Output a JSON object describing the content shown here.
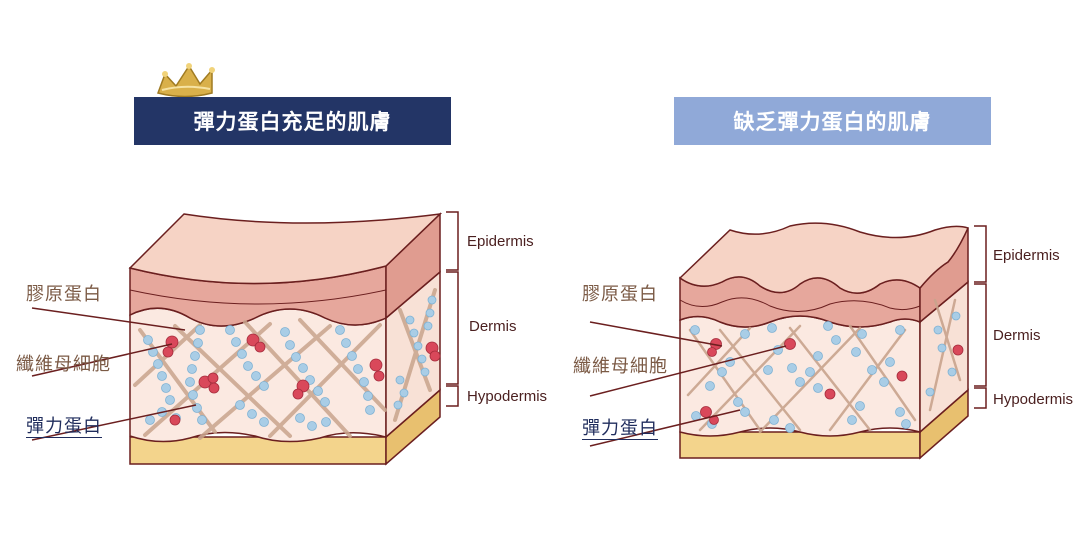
{
  "panels": [
    {
      "title": "彈力蛋白充足的肌膚",
      "labels": [
        "膠原蛋白",
        "纖維母細胞",
        "彈力蛋白"
      ],
      "layers": [
        "Epidermis",
        "Dermis",
        "Hypodermis"
      ],
      "has_crown": true
    },
    {
      "title": "缺乏彈力蛋白的肌膚",
      "labels": [
        "膠原蛋白",
        "纖維母細胞",
        "彈力蛋白"
      ],
      "layers": [
        "Epidermis",
        "Dermis",
        "Hypodermis"
      ],
      "has_crown": false
    }
  ],
  "colors": {
    "title_left_bg": "#233566",
    "title_right_bg": "#90a9d8",
    "epidermis_top": "#f6d3c5",
    "epidermis_band": "#e6a79c",
    "dermis": "#fbe9e1",
    "hypodermis": "#f3d48c",
    "outline": "#6b1f1f",
    "elastin_beads": "#a9cde6",
    "fibroblast": "#d9485a",
    "collagen": "#c9a48d"
  }
}
